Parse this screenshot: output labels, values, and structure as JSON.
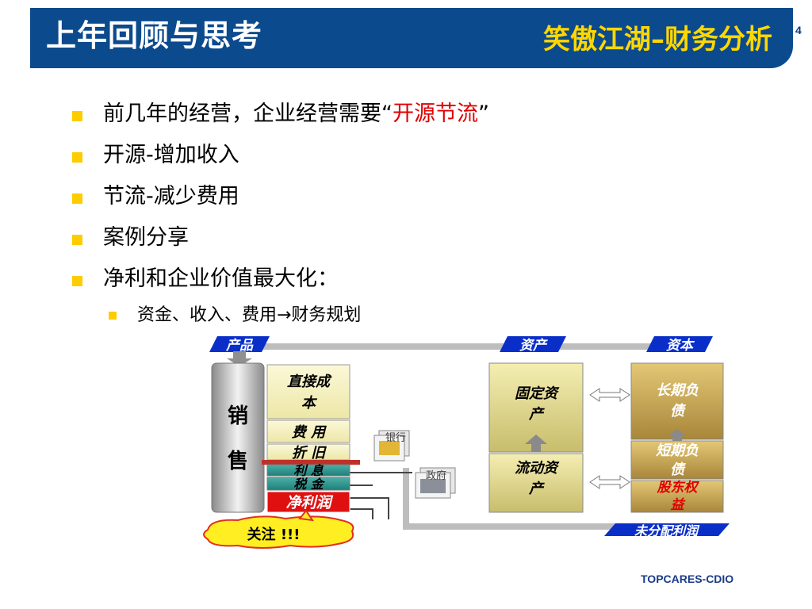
{
  "title": "上年回顾与思考",
  "subtitle": "笑傲江湖–财务分析",
  "page_number": "4",
  "bullets": [
    {
      "text": "前几年的经营，企业经营需要“",
      "highlight": "开源节流",
      "suffix": "”"
    },
    {
      "text": "开源-增加收入"
    },
    {
      "text": "节流-减少费用"
    },
    {
      "text": "案例分享"
    },
    {
      "text": "净利和企业价值最大化："
    }
  ],
  "sub_bullet": "资金、收入、费用→财务规划",
  "diagram": {
    "tag_product": "产品",
    "tag_assets": "资产",
    "tag_capital": "资本",
    "tag_retained": "未分配利润",
    "sales_1": "销",
    "sales_2": "售",
    "direct_cost_1": "直接成",
    "direct_cost_2": "本",
    "expenses": "费 用",
    "depreciation": "折 旧",
    "interest": "利 息",
    "tax": "税 金",
    "net_profit": "净利润",
    "bank": "银行",
    "government": "政府",
    "fixed_assets_1": "固定资",
    "fixed_assets_2": "产",
    "current_assets_1": "流动资",
    "current_assets_2": "产",
    "long_debt_1": "长期负",
    "long_debt_2": "债",
    "short_debt_1": "短期负",
    "short_debt_2": "债",
    "equity_1": "股东权",
    "equity_2": "益",
    "attention": "关注 !!!"
  },
  "footer": "TOPCARES-CDIO",
  "colors": {
    "title_bg": "#0c4a8e",
    "subtitle": "#ffd700",
    "bullet": "#ffcc00",
    "highlight": "#e00000",
    "tag_bg": "#0a2fc9"
  }
}
